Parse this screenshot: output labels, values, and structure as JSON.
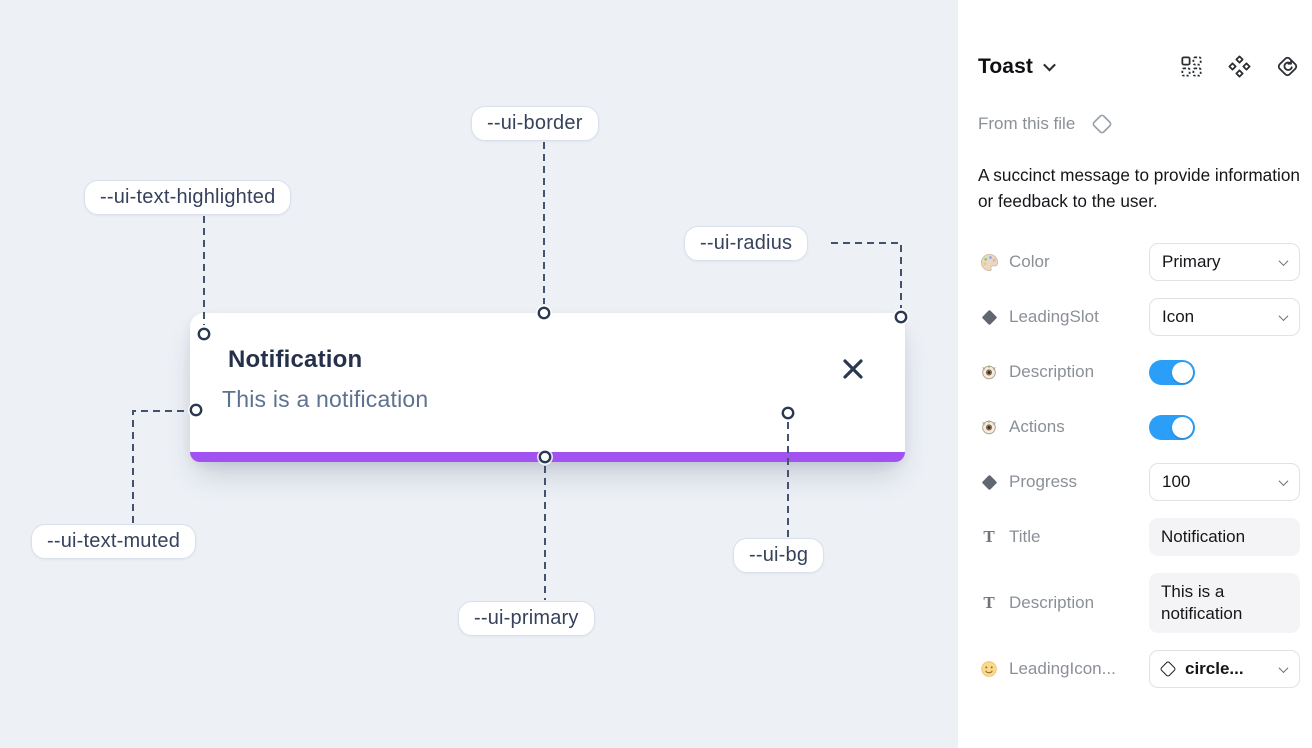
{
  "canvas": {
    "toast": {
      "title": "Notification",
      "description": "This is a notification"
    },
    "labels": {
      "border": "--ui-border",
      "text_highlighted": "--ui-text-highlighted",
      "radius": "--ui-radius",
      "text_muted": "--ui-text-muted",
      "primary": "--ui-primary",
      "bg": "--ui-bg"
    },
    "colors": {
      "canvas_bg": "#edf1f6",
      "progress_bar": "#a352f2",
      "connector": "#44536d",
      "toast_title": "#25304a",
      "toast_description": "#5d7190"
    }
  },
  "panel": {
    "title": "Toast",
    "toolbar_icons": [
      "dashed-grid-icon",
      "component-icon",
      "swap-instance-icon"
    ],
    "source": "From this file",
    "description": "A succinct message to provide information or feedback to the user.",
    "accent_blue": "#2b9ff7",
    "properties": [
      {
        "icon": "palette-icon",
        "label": "Color",
        "control": "select",
        "value": "Primary"
      },
      {
        "icon": "diamond-icon",
        "label": "LeadingSlot",
        "control": "select",
        "value": "Icon"
      },
      {
        "icon": "eye-icon",
        "label": "Description",
        "control": "toggle",
        "state": "on"
      },
      {
        "icon": "eye-icon",
        "label": "Actions",
        "control": "toggle",
        "state": "on"
      },
      {
        "icon": "diamond-icon",
        "label": "Progress",
        "control": "select",
        "value": "100"
      },
      {
        "icon": "text-icon",
        "label": "Title",
        "control": "text",
        "value": "Notification"
      },
      {
        "icon": "text-icon",
        "label": "Description",
        "control": "text",
        "value": "This is a notification"
      },
      {
        "icon": "smiley-icon",
        "label": "LeadingIcon...",
        "control": "icon-select",
        "value": "circle..."
      }
    ]
  }
}
